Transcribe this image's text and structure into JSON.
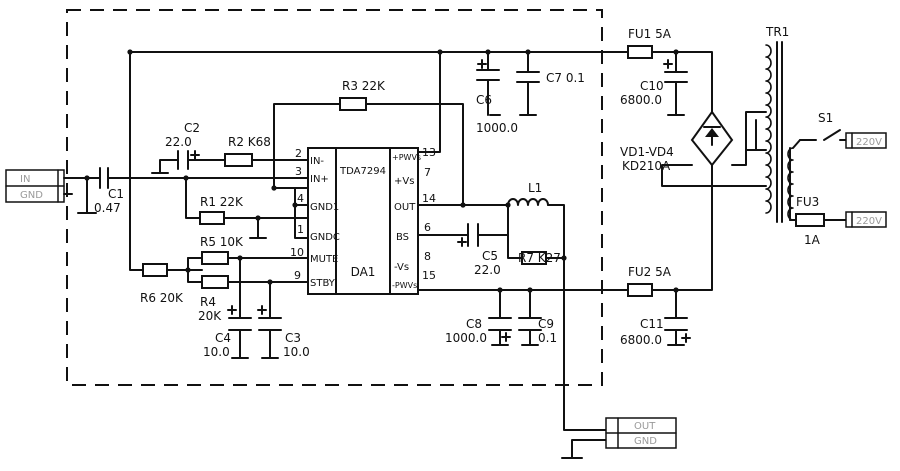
{
  "amplifier": {
    "ic": "TDA7294",
    "ic_ref": "DA1",
    "pins_left": [
      "IN-",
      "IN+",
      "GND1",
      "GNDC",
      "MUTE",
      "STBY"
    ],
    "pins_right": [
      "+PWVs",
      "+Vs",
      "OUT",
      "BS",
      "-Vs",
      "-PWVs"
    ],
    "pin_numbers": [
      "2",
      "3",
      "4",
      "1",
      "10",
      "9",
      "13",
      "7",
      "14",
      "6",
      "8",
      "15"
    ]
  },
  "components": {
    "r3": "R3 22K",
    "c2": "C2",
    "c2_val": "22.0",
    "r2": "R2 K68",
    "r1": "R1 22K",
    "r5": "R5 10K",
    "r6": "R6 20K",
    "r4": "R4",
    "r4_val": "20K",
    "c1": "C1",
    "c1_val": "0.47",
    "c4": "C4",
    "c4_val": "10.0",
    "c3": "C3",
    "c3_val": "10.0",
    "c6": "C6",
    "c6_val": "1000.0",
    "c7": "C7 0.1",
    "c5": "C5",
    "c5_val": "22.0",
    "l1": "L1",
    "r7": "R7 K27",
    "c8": "C8",
    "c8_val": "1000.0",
    "c9": "C9",
    "c9_val": "0.1",
    "fu1": "FU1 5A",
    "fu2": "FU2 5A",
    "c10": "C10",
    "c10_val": "6800.0",
    "c11": "C11",
    "c11_val": "6800.0",
    "vd": "VD1-VD4",
    "vd_val": "KD210A",
    "tr1": "TR1",
    "s1": "S1",
    "fu3": "FU3",
    "fu3_val": "1A"
  },
  "connectors": {
    "in": "IN",
    "gnd_in": "GND",
    "out": "OUT",
    "gnd_out": "GND",
    "mains1": "220V",
    "mains2": "220V"
  }
}
